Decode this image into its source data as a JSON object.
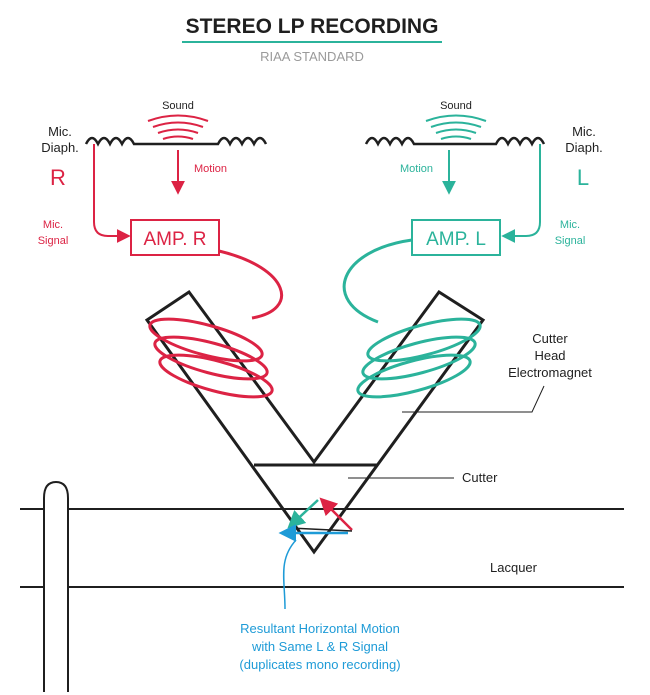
{
  "title": "STEREO LP RECORDING",
  "subtitle": "RIAA STANDARD",
  "left_channel": {
    "sound": "Sound",
    "mic_diaph_line1": "Mic.",
    "mic_diaph_line2": "Diaph.",
    "channel_letter": "R",
    "motion": "Motion",
    "mic_signal_line1": "Mic.",
    "mic_signal_line2": "Signal",
    "amp": "AMP. R"
  },
  "right_channel": {
    "sound": "Sound",
    "mic_diaph_line1": "Mic.",
    "mic_diaph_line2": "Diaph.",
    "channel_letter": "L",
    "motion": "Motion",
    "mic_signal_line1": "Mic.",
    "mic_signal_line2": "Signal",
    "amp": "AMP. L"
  },
  "labels": {
    "cutter_head_line1": "Cutter",
    "cutter_head_line2": "Head",
    "cutter_head_line3": "Electromagnet",
    "cutter": "Cutter",
    "lacquer": "Lacquer",
    "resultant_line1": "Resultant Horizontal Motion",
    "resultant_line2": "with Same L & R Signal",
    "resultant_line3": "(duplicates mono recording)"
  },
  "colors": {
    "right_channel": "#dc2344",
    "left_channel": "#2bb39b",
    "resultant": "#1e9bd7",
    "structure": "#1f1f1f"
  }
}
